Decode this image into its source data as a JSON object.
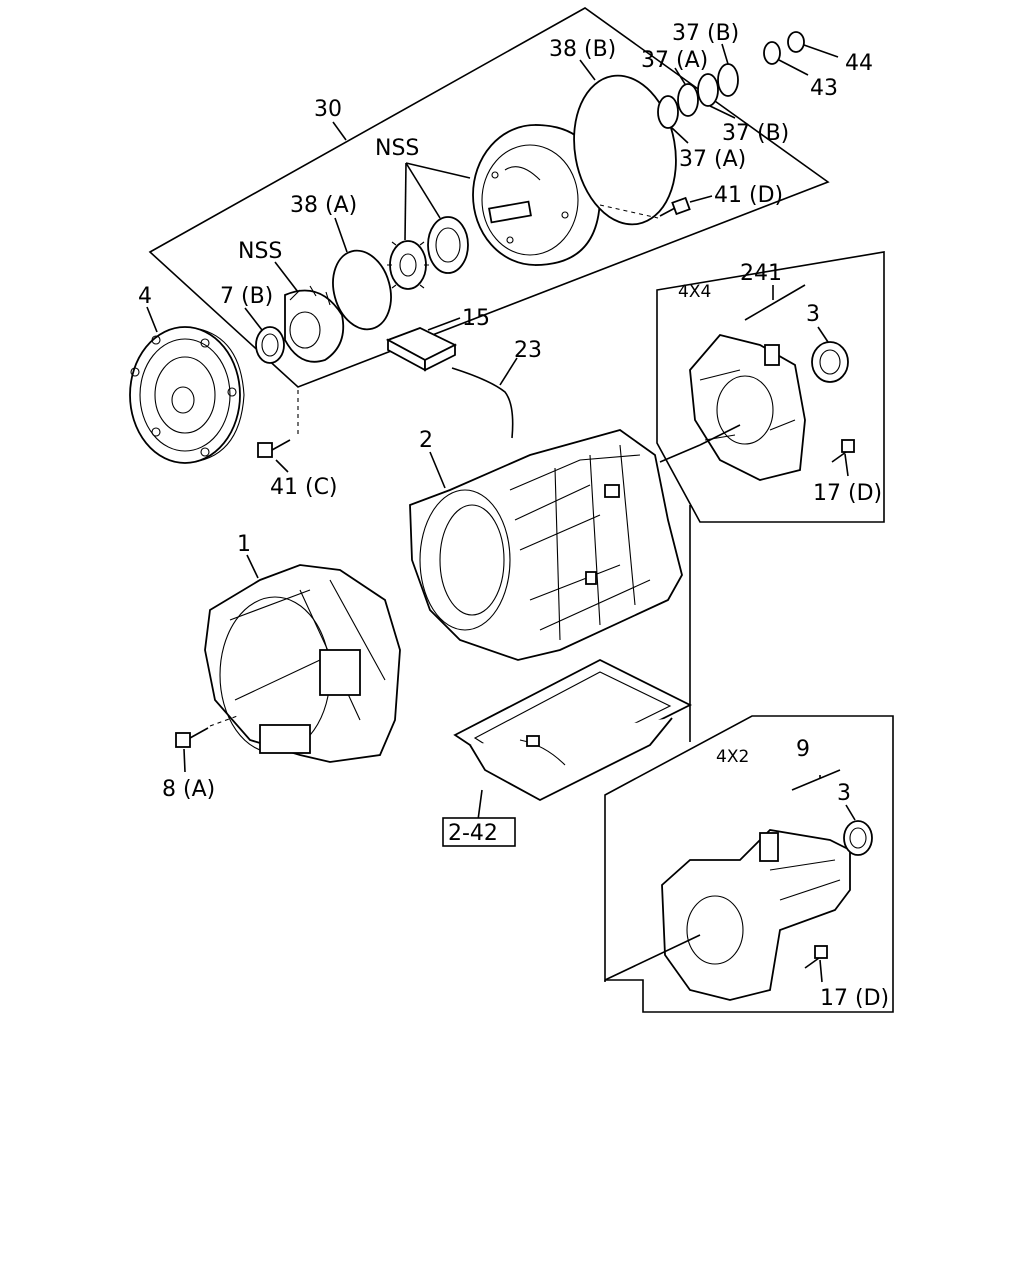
{
  "callouts": {
    "c30": "30",
    "c38b": "38 (B)",
    "c37b_top": "37 (B)",
    "c44": "44",
    "c37a_top": "37 (A)",
    "c43": "43",
    "c37b_mid": "37 (B)",
    "c37a_mid": "37 (A)",
    "c41d": "41 (D)",
    "nss_top": "NSS",
    "c38a": "38 (A)",
    "nss_left": "NSS",
    "c4": "4",
    "c7b": "7 (B)",
    "c15": "15",
    "c23": "23",
    "c41c": "41 (C)",
    "c2": "2",
    "c1": "1",
    "c8a": "8 (A)",
    "ref_2_42": "2-42",
    "box4x4_title": "4X4",
    "c241": "241",
    "c3_4x4": "3",
    "c17d_4x4": "17 (D)",
    "box4x2_title": "4X2",
    "c9": "9",
    "c3_4x2": "3",
    "c17d_4x2": "17 (D)"
  }
}
